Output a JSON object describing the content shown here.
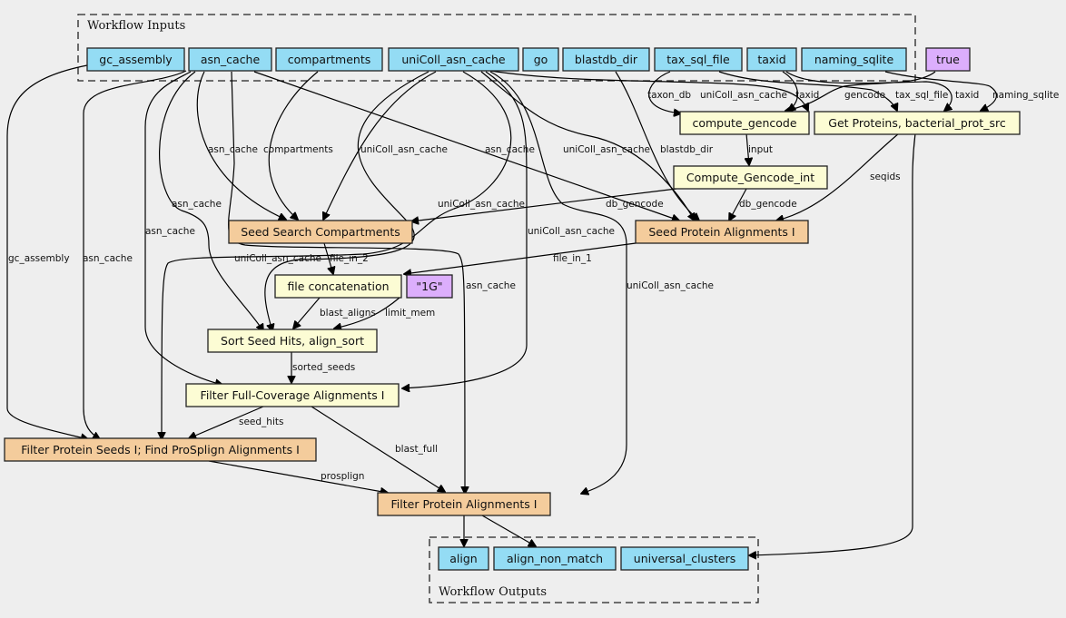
{
  "colors": {
    "background": "#eeeeee",
    "input": "#94dcf4",
    "constant": "#dcaefc",
    "step_light": "#fcfcd4",
    "step_orange": "#f4cc9c",
    "output": "#94dcf4"
  },
  "clusters": {
    "inputs": {
      "label": "Workflow Inputs"
    },
    "outputs": {
      "label": "Workflow Outputs"
    }
  },
  "nodes": {
    "gc_assembly": {
      "label": "gc_assembly",
      "kind": "input"
    },
    "asn_cache": {
      "label": "asn_cache",
      "kind": "input"
    },
    "compartments": {
      "label": "compartments",
      "kind": "input"
    },
    "uniColl_asn_cache": {
      "label": "uniColl_asn_cache",
      "kind": "input"
    },
    "go": {
      "label": "go",
      "kind": "input"
    },
    "blastdb_dir": {
      "label": "blastdb_dir",
      "kind": "input"
    },
    "tax_sql_file": {
      "label": "tax_sql_file",
      "kind": "input"
    },
    "taxid": {
      "label": "taxid",
      "kind": "input"
    },
    "naming_sqlite": {
      "label": "naming_sqlite",
      "kind": "input"
    },
    "true_const": {
      "label": "true",
      "kind": "constant"
    },
    "compute_gencode": {
      "label": "compute_gencode",
      "kind": "step_light"
    },
    "get_proteins": {
      "label": "Get Proteins, bacterial_prot_src",
      "kind": "step_light"
    },
    "compute_gencode_int": {
      "label": "Compute_Gencode_int",
      "kind": "step_light"
    },
    "seed_search": {
      "label": "Seed Search Compartments",
      "kind": "step_orange"
    },
    "seed_protein": {
      "label": "Seed Protein Alignments I",
      "kind": "step_orange"
    },
    "file_concat": {
      "label": "file concatenation",
      "kind": "step_light"
    },
    "const_1g": {
      "label": "\"1G\"",
      "kind": "constant"
    },
    "sort_seed": {
      "label": "Sort Seed Hits, align_sort",
      "kind": "step_light"
    },
    "filter_full": {
      "label": "Filter Full-Coverage Alignments I",
      "kind": "step_light"
    },
    "filter_seeds": {
      "label": "Filter Protein Seeds I; Find ProSplign Alignments I",
      "kind": "step_orange"
    },
    "filter_protein": {
      "label": "Filter Protein Alignments I",
      "kind": "step_orange"
    },
    "align": {
      "label": "align",
      "kind": "output"
    },
    "align_non_match": {
      "label": "align_non_match",
      "kind": "output"
    },
    "universal_clusters": {
      "label": "universal_clusters",
      "kind": "output"
    }
  },
  "edge_labels": [
    "taxon_db",
    "uniColl_asn_cache",
    "taxid",
    "gencode",
    "tax_sql_file",
    "taxid",
    "naming_sqlite",
    "input",
    "asn_cache",
    "compartments",
    "uniColl_asn_cache",
    "asn_cache",
    "uniColl_asn_cache",
    "blastdb_dir",
    "seqids",
    "asn_cache",
    "uniColl_asn_cache",
    "db_gencode",
    "db_gencode",
    "asn_cache",
    "uniColl_asn_cache",
    "gc_assembly",
    "asn_cache",
    "uniColl_asn_cache",
    "file_in_2",
    "file_in_1",
    "asn_cache",
    "uniColl_asn_cache",
    "blast_aligns",
    "limit_mem",
    "sorted_seeds",
    "seed_hits",
    "blast_full",
    "prosplign"
  ]
}
